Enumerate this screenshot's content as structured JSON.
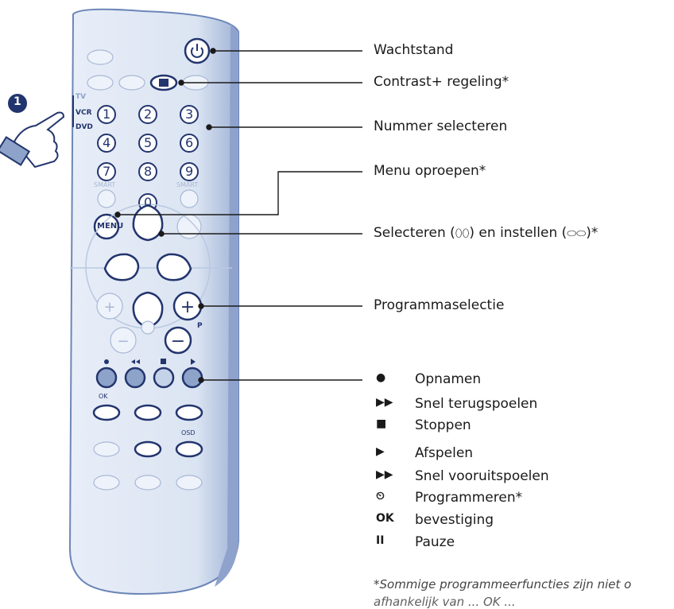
{
  "step_number": "1",
  "source_labels": [
    "TV",
    "VCR",
    "DVD"
  ],
  "remote": {
    "digits": [
      "1",
      "2",
      "3",
      "4",
      "5",
      "6",
      "7",
      "8",
      "9",
      "0"
    ],
    "smart_labels": [
      "SMART",
      "SMART"
    ],
    "menu_label": "MENU",
    "program_label": "P",
    "vcr_small_labels": [
      "OK",
      "OSD"
    ]
  },
  "callouts": [
    "Wachtstand",
    "Contrast+ regeling*",
    "Nummer selecteren",
    "Menu oproepen*",
    "Selecteren (",
    ") en instellen (",
    ")*",
    "Programmaselectie"
  ],
  "legend": [
    {
      "symbol": "●",
      "text": "Opnamen"
    },
    {
      "symbol": "▶▶",
      "text": "Snel terugspoelen"
    },
    {
      "symbol": "■",
      "text": "Stoppen"
    },
    {
      "symbol": "▶",
      "text": "Afspelen"
    },
    {
      "symbol": "▶▶",
      "text": "Snel vooruitspoelen"
    },
    {
      "symbol": "⏲",
      "text": "Programmeren*"
    },
    {
      "symbol": "OK",
      "text": "bevestiging"
    },
    {
      "symbol": "II",
      "text": "Pauze"
    }
  ],
  "footnote": [
    "*Sommige programmeerfuncties zijn niet o",
    "afhankelijk van ... OK ..."
  ],
  "colors": {
    "remote_body": "#dfe7f4",
    "remote_edge": "#6c86b8",
    "button_blue": "#8da3c9",
    "button_light": "#c5d3e8",
    "button_ring": "#23356e"
  }
}
